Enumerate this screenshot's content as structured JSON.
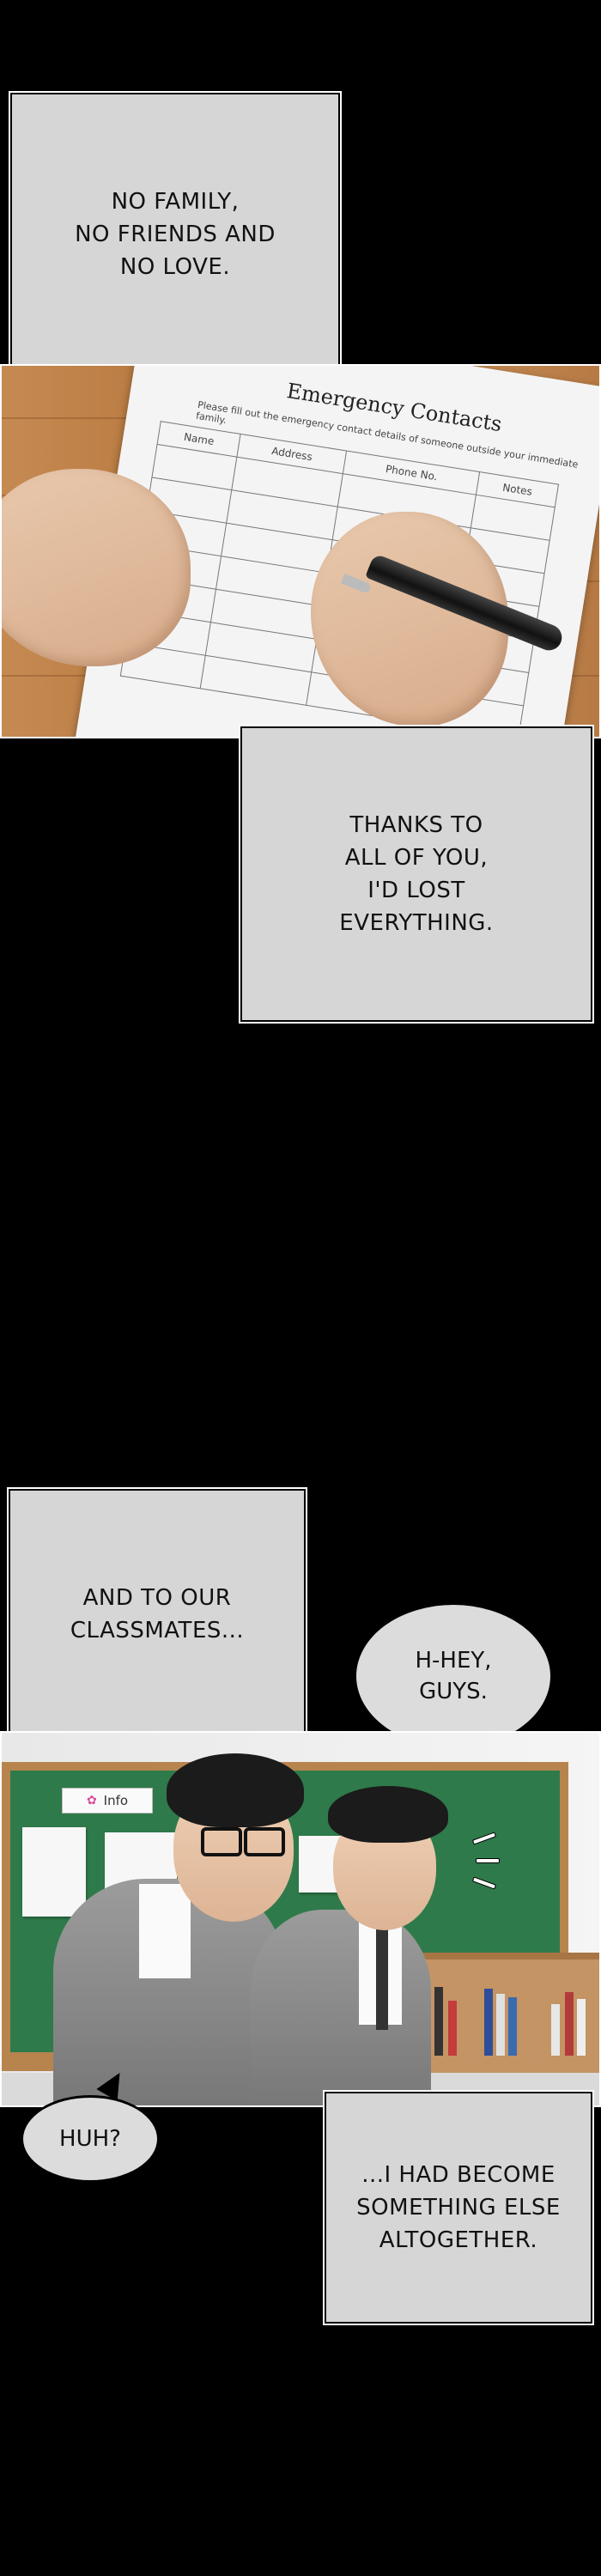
{
  "captions": {
    "c1": "NO FAMILY,\nNO FRIENDS AND\nNO LOVE.",
    "c2": "THANKS TO\nALL OF YOU,\nI'D LOST\nEVERYTHING.",
    "c3": "AND TO OUR\nCLASSMATES...",
    "c4": "...I HAD BECOME\nSOMETHING ELSE\nALTOGETHER."
  },
  "bubbles": {
    "b1": "H-HEY,\nGUYS.",
    "b2": "HUH?"
  },
  "form": {
    "title": "Emergency Contacts",
    "subtitle": "Please fill out the emergency contact details of someone outside your immediate family.",
    "columns": [
      "Name",
      "Address",
      "Phone No.",
      "Notes"
    ]
  },
  "board": {
    "info_label": "Info"
  },
  "colors": {
    "caption_bg": "#d6d6d6",
    "board_green": "#2f7a4a",
    "wood": "#c58a52"
  }
}
